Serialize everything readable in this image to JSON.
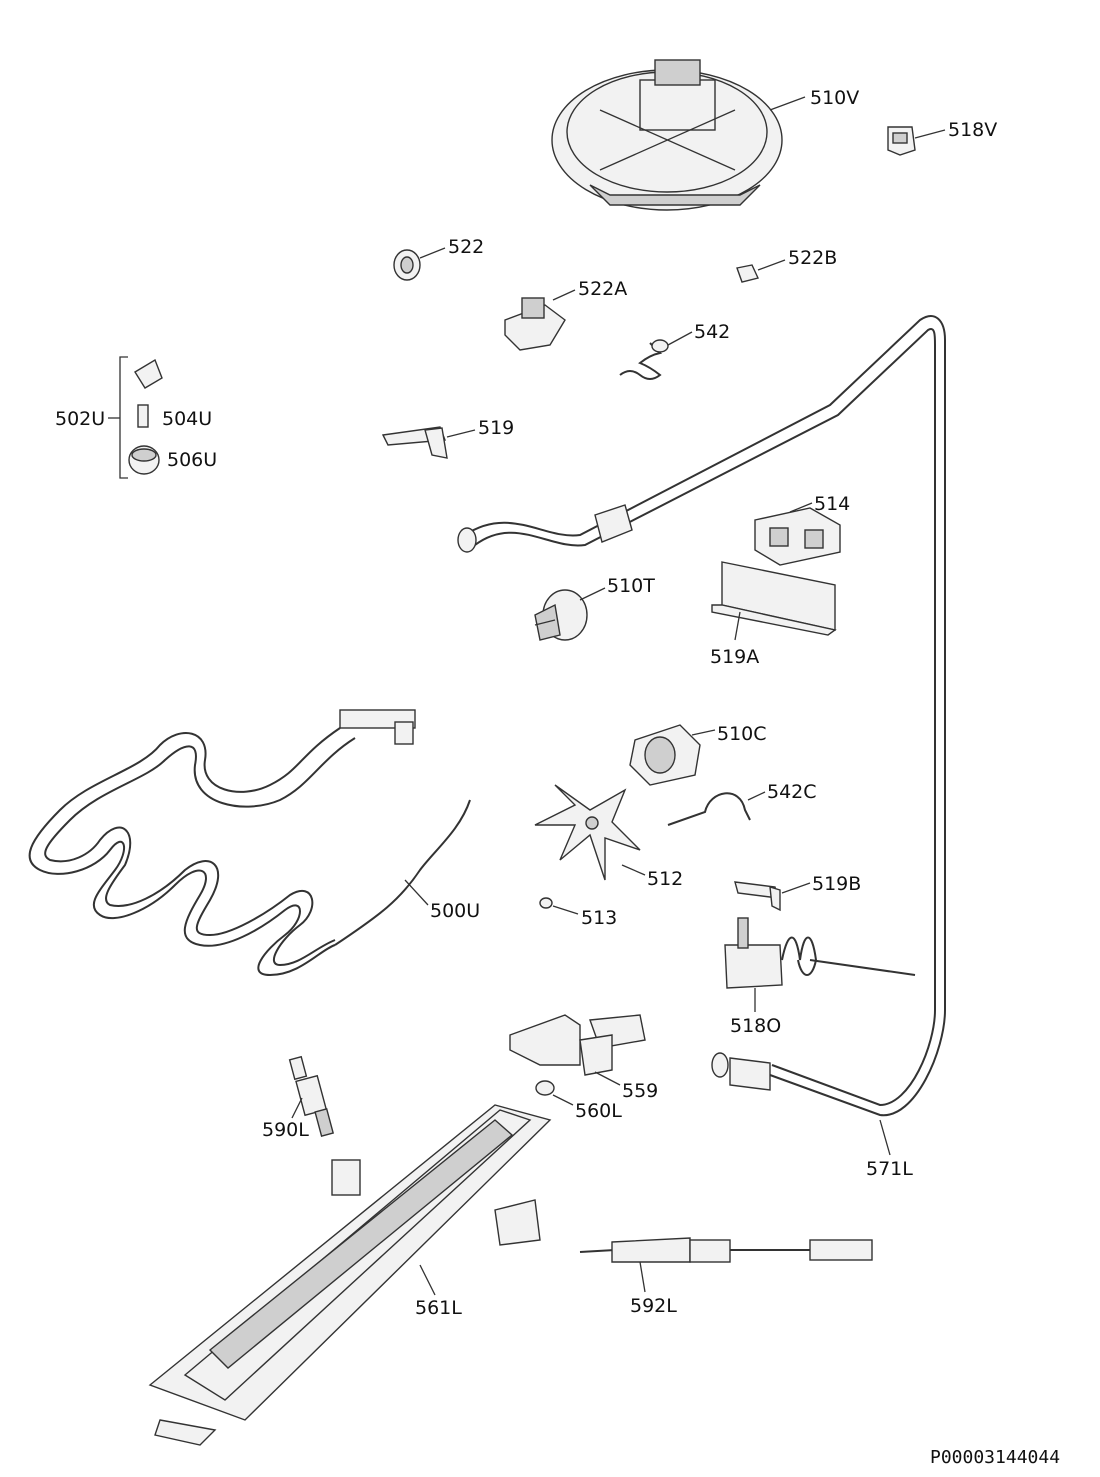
{
  "document_code": "P00003144044",
  "parts": {
    "p510V": "510V",
    "p518V": "518V",
    "p522": "522",
    "p522B": "522B",
    "p522A": "522A",
    "p542": "542",
    "p502U": "502U",
    "p504U": "504U",
    "p506U": "506U",
    "p519": "519",
    "p514": "514",
    "p510T": "510T",
    "p519A": "519A",
    "p510C": "510C",
    "p542C": "542C",
    "p512": "512",
    "p513": "513",
    "p519B": "519B",
    "p500U": "500U",
    "p518O": "518O",
    "p559": "559",
    "p560L": "560L",
    "p590L": "590L",
    "p571L": "571L",
    "p561L": "561L",
    "p592L": "592L"
  }
}
